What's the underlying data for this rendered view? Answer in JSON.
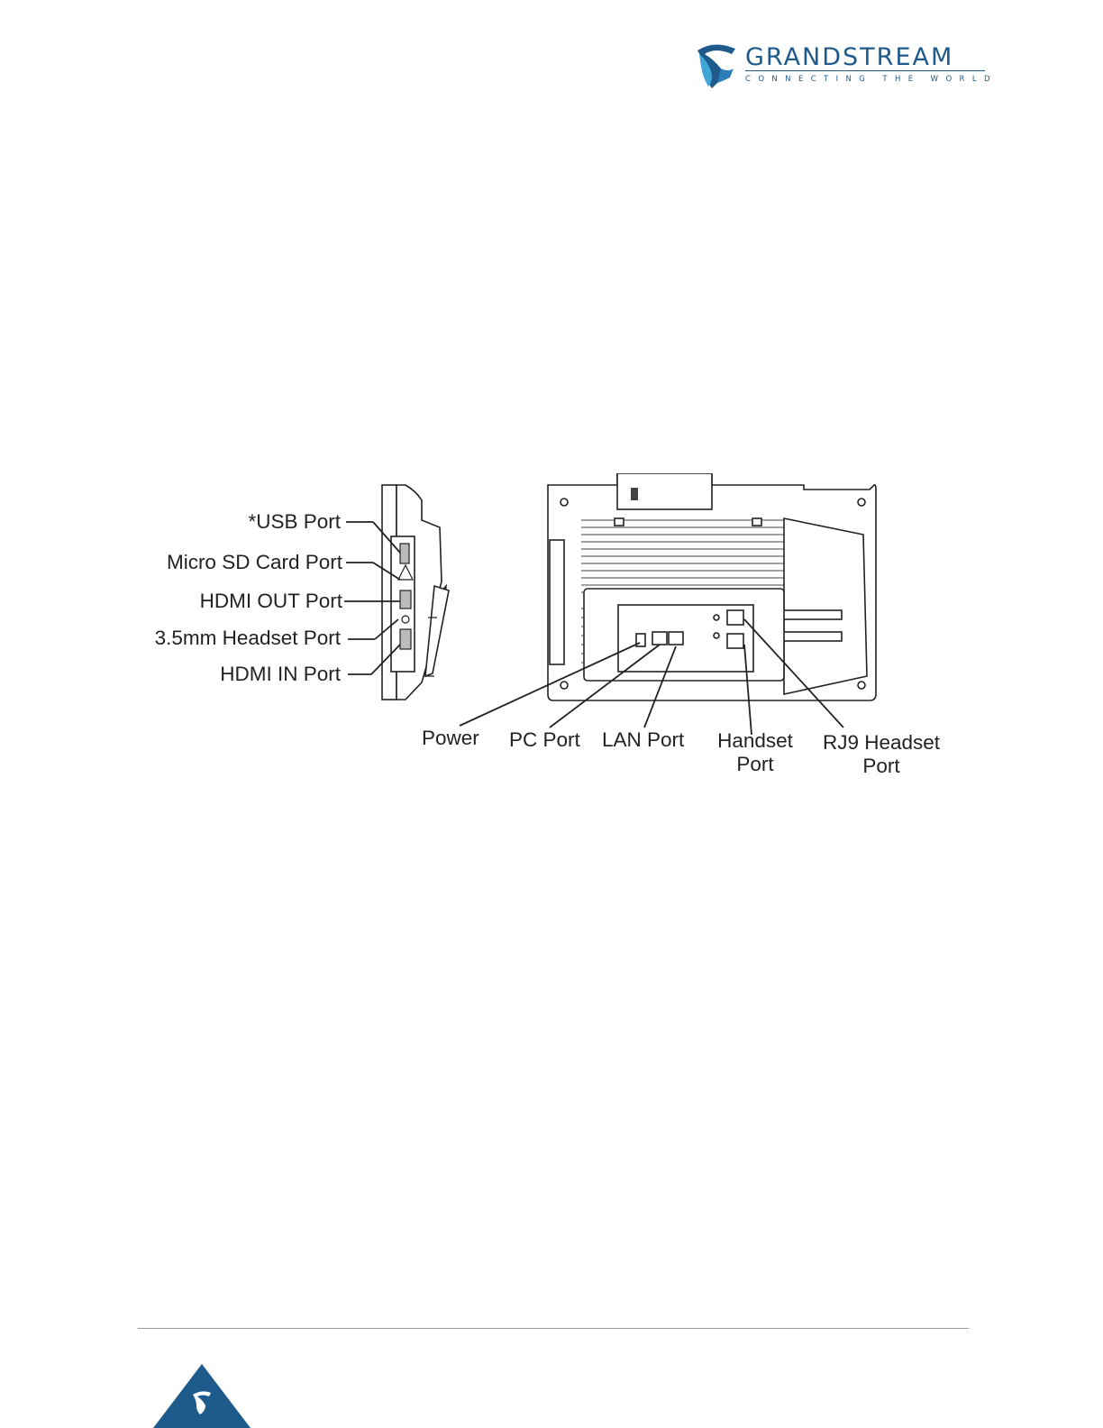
{
  "header": {
    "brand": {
      "name": "GRANDSTREAM",
      "tagline": "CONNECTING THE WORLD"
    },
    "logo_icon": "grandstream-swirl-logo",
    "brand_color": "#1f5a8c"
  },
  "figure": {
    "side_view_labels": {
      "usb": "*USB Port",
      "micro_sd": "Micro SD Card Port",
      "hdmi_out": "HDMI OUT Port",
      "headset_35": "3.5mm Headset Port",
      "hdmi_in": "HDMI IN Port"
    },
    "rear_view_labels": {
      "power": "Power",
      "pc": "PC Port",
      "lan": "LAN Port",
      "handset": "Handset\nPort",
      "rj9": "RJ9 Headset\nPort"
    }
  },
  "footer": {
    "logo_icon": "grandstream-footer-triangle",
    "footer_color": "#1f5a8c"
  }
}
